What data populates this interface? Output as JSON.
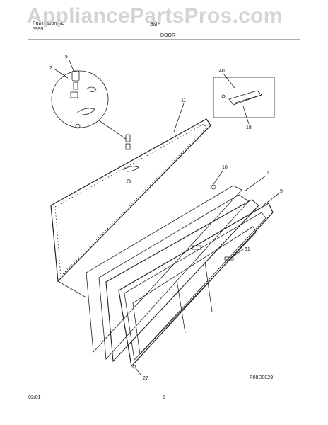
{
  "header": {
    "model_label": "Publication No",
    "pub_number": "5995",
    "title_fragment": "SMF",
    "section": "DOOR"
  },
  "watermark": "AppliancePartsPros.com",
  "callouts": [
    "5",
    "2",
    "40",
    "11",
    "18",
    "10",
    "1",
    "9",
    "61",
    "27"
  ],
  "diagram_code": "P08D0029",
  "footer": {
    "date": "02/01",
    "page": "2"
  }
}
